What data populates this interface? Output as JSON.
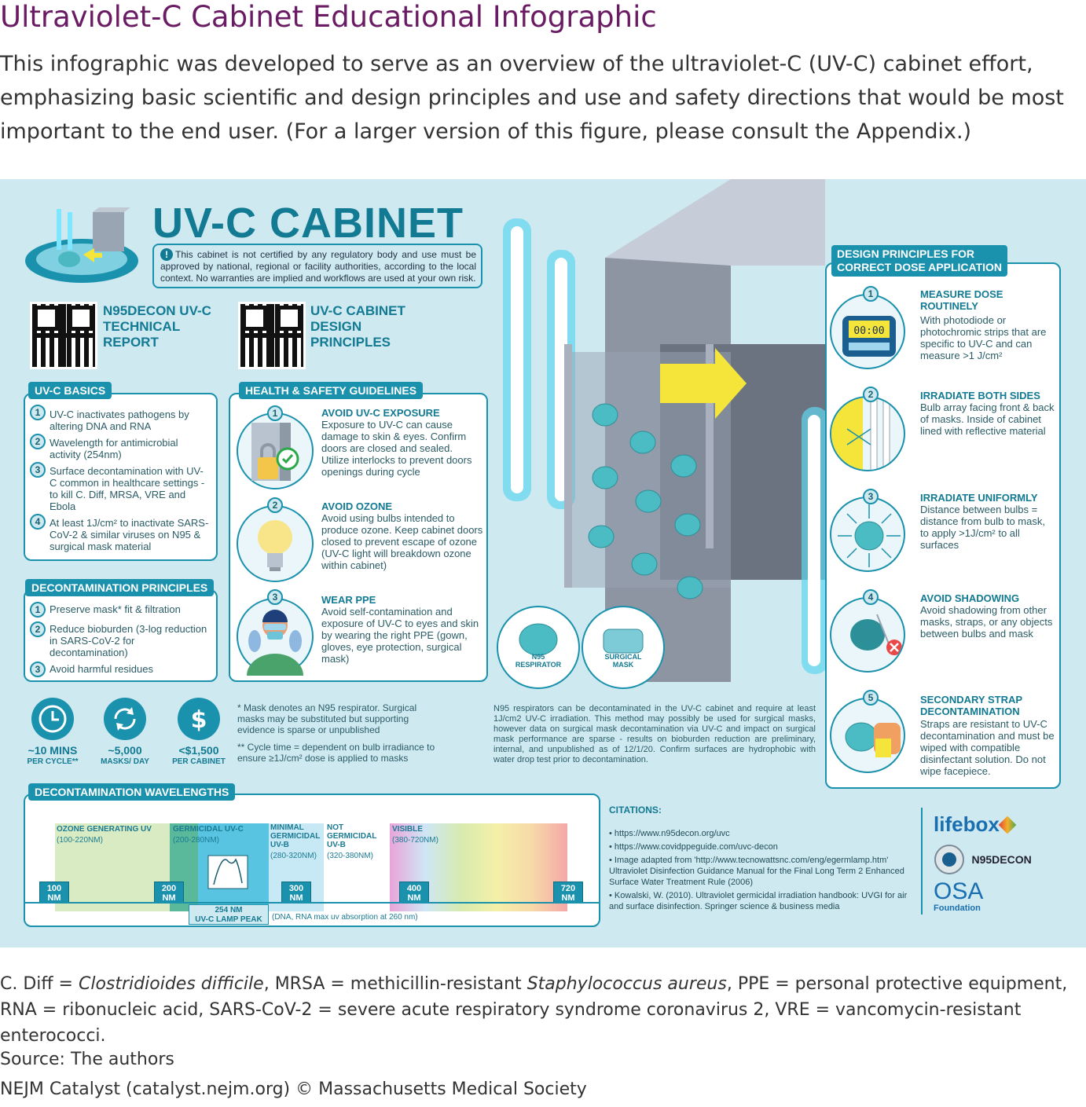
{
  "page": {
    "title": "Ultraviolet-C Cabinet Educational Infographic",
    "intro": "This infographic was developed to serve as an overview of the ultraviolet-C (UV-C) cabinet effort, emphasizing basic scientific and design principles and use and safety directions that would be most important to the end user. (For a larger version of this figure, please consult the Appendix.)",
    "footnote_parts": [
      "C. Diff = ",
      "Clostridioides difficile",
      ", MRSA = methicillin-resistant ",
      "Staphylococcus aureus",
      ", PPE = personal protective equipment, RNA = ribonucleic acid, SARS-CoV-2 = severe acute respiratory syndrome coronavirus 2, VRE = vancomycin-resistant enterococci."
    ],
    "source": "Source: The authors",
    "copyright": "NEJM Catalyst (catalyst.nejm.org) © Massachusetts Medical Society"
  },
  "header": {
    "title": "UV-C CABINET",
    "disclaimer": "This cabinet is not certified by any regulatory body and use must be approved by national, regional or facility authorities, according to the local context. No warranties are implied and workflows are used at your own risk.",
    "qr_codes": [
      {
        "label": [
          "N95DECON UV-C",
          "TECHNICAL",
          "REPORT"
        ]
      },
      {
        "label": [
          "UV-C CABINET",
          "DESIGN",
          "PRINCIPLES"
        ]
      }
    ]
  },
  "uvc_basics": {
    "title": "UV-C BASICS",
    "items": [
      {
        "num": "1",
        "text": "UV-C inactivates pathogens by altering DNA and RNA"
      },
      {
        "num": "2",
        "text": "Wavelength for antimicrobial activity (254nm)"
      },
      {
        "num": "3",
        "text": "Surface decontamination with UV-C common in healthcare settings - to kill C. Diff, MRSA, VRE and Ebola"
      },
      {
        "num": "4",
        "text": "At least 1J/cm² to inactivate SARS-CoV-2 & similar viruses on N95 & surgical mask material"
      }
    ]
  },
  "decon_principles": {
    "title": "DECONTAMINATION PRINCIPLES",
    "items": [
      {
        "num": "1",
        "text": "Preserve mask* fit & filtration"
      },
      {
        "num": "2",
        "text": "Reduce bioburden (3-log reduction in SARS-CoV-2 for decontamination)"
      },
      {
        "num": "3",
        "text": "Avoid harmful residues"
      }
    ]
  },
  "health_safety": {
    "title": "HEALTH & SAFETY GUIDELINES",
    "items": [
      {
        "num": "1",
        "title": "AVOID UV-C EXPOSURE",
        "text": "Exposure to UV-C can cause damage to skin & eyes. Confirm doors are closed and sealed. Utilize interlocks to prevent doors openings during cycle"
      },
      {
        "num": "2",
        "title": "AVOID OZONE",
        "text": "Avoid using bulbs intended to produce ozone. Keep cabinet doors closed to prevent escape of ozone (UV-C light will breakdown ozone within cabinet)"
      },
      {
        "num": "3",
        "title": "WEAR PPE",
        "text": "Avoid self-contamination and exposure of UV-C to eyes and skin by wearing the right PPE (gown, gloves, eye protection, surgical mask)"
      }
    ]
  },
  "stats": [
    {
      "value": "~10 MINS",
      "label": "PER CYCLE**",
      "icon": "clock-icon"
    },
    {
      "value": "~5,000",
      "label": "MASKS/ DAY",
      "icon": "cycle-arrows-icon"
    },
    {
      "value": "<$1,500",
      "label": "PER CABINET",
      "icon": "dollar-icon"
    }
  ],
  "notes": {
    "mask_note": "* Mask denotes an N95 respirator. Surgical masks may be substituted but supporting evidence is sparse or unpublished",
    "cycle_note": "** Cycle time = dependent on bulb irradiance to ensure ≥1J/cm² dose is applied to masks",
    "central_note": "N95 respirators can be decontaminated in the UV-C cabinet and require at least 1J/cm2 UV-C irradiation. This method may possibly be used for surgical masks, however data on surgical mask decontamination via UV-C and impact on surgical mask performance are sparse - results on bioburden reduction are preliminary, internal, and unpublished as of 12/1/20. Confirm surfaces are hydrophobic with water drop test prior to decontamination."
  },
  "mask_types": [
    {
      "label": [
        "N95",
        "RESPIRATOR"
      ]
    },
    {
      "label": [
        "SURGICAL",
        "MASK"
      ]
    }
  ],
  "design_principles": {
    "title": [
      "DESIGN PRINCIPLES FOR",
      "CORRECT DOSE APPLICATION"
    ],
    "timer_readout": "00:00",
    "items": [
      {
        "num": "1",
        "title": [
          "MEASURE DOSE",
          "ROUTINELY"
        ],
        "text": "With photodiode or photochromic strips that are specific to UV-C and can measure >1 J/cm²"
      },
      {
        "num": "2",
        "title": [
          "IRRADIATE BOTH SIDES"
        ],
        "text": "Bulb array facing front & back of masks. Inside of cabinet lined with reflective material"
      },
      {
        "num": "3",
        "title": [
          "IRRADIATE UNIFORMLY"
        ],
        "text": "Distance between bulbs = distance from bulb to mask, to apply >1J/cm² to all surfaces"
      },
      {
        "num": "4",
        "title": [
          "AVOID SHADOWING"
        ],
        "text": "Avoid shadowing from other masks, straps, or any objects between bulbs and mask"
      },
      {
        "num": "5",
        "title": [
          "SECONDARY STRAP",
          "DECONTAMINATION"
        ],
        "text": "Straps are resistant to UV-C decontamination and must be wiped with compatible disinfectant solution. Do not wipe facepiece."
      }
    ]
  },
  "wavelengths": {
    "title": "DECONTAMINATION WAVELENGTHS",
    "bands": [
      {
        "name": [
          "OZONE GENERATING UV"
        ],
        "range": "(100-220NM)"
      },
      {
        "name": [
          "GERMICIDAL UV-C"
        ],
        "range": "(200-280NM)"
      },
      {
        "name": [
          "MINIMAL",
          "GERMICIDAL",
          "UV-B"
        ],
        "range": "(280-320NM)"
      },
      {
        "name": [
          "NOT",
          "GERMICIDAL",
          "UV-B"
        ],
        "range": "(320-380NM)"
      },
      {
        "name": [
          "VISIBLE"
        ],
        "range": "(380-720NM)"
      }
    ],
    "ticks": [
      "100",
      "200",
      "300",
      "400",
      "720"
    ],
    "tick_unit": "NM",
    "peak_value": "254 NM",
    "peak_label": "UV-C LAMP PEAK",
    "peak_note": "(DNA, RNA max uv absorption at 260 nm)"
  },
  "citations": {
    "title": "CITATIONS:",
    "items": [
      "https://www.n95decon.org/uvc",
      "https://www.covidppeguide.com/uvc-decon",
      "Image adapted from 'http://www.tecnowattsnc.com/eng/egermlamp.htm' Ultraviolet Disinfection Guidance Manual for the Final Long Term 2 Enhanced Surface Water Treatment Rule (2006)",
      "Kowalski, W. (2010). Ultraviolet germicidal irradiation handbook: UVGI for air and surface disinfection. Springer science & business media"
    ]
  },
  "logos": {
    "lifebox": "lifebox",
    "n95decon": "N95DECON",
    "osa": "OSA",
    "osa_sub": "Foundation"
  },
  "colors": {
    "teal": "#1a91ad",
    "dark_teal": "#127a92",
    "background": "#cfe9f1",
    "title_purple": "#6a1b63",
    "arrow_yellow": "#f5e53a"
  }
}
